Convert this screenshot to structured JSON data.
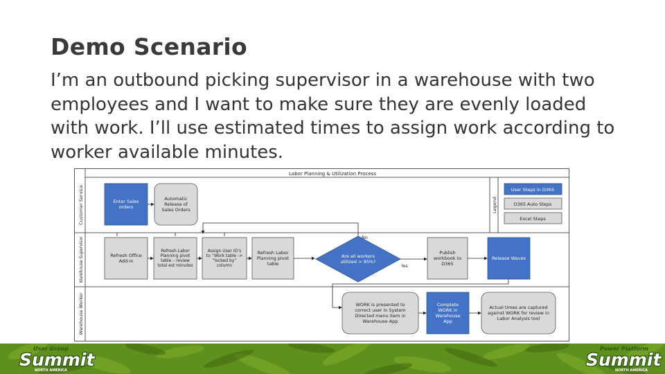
{
  "slide": {
    "title": "Demo Scenario",
    "body": "I’m an outbound picking supervisor in a warehouse with two employees and I want to make sure they are evenly loaded with work.  I’ll use estimated times to assign work according to worker available minutes."
  },
  "diagram": {
    "title": "Labor Planning & Utilization Process",
    "lanes": [
      "Customer Service",
      "Warehouse Supervisor",
      "Warehouse Worker"
    ],
    "legend": {
      "label": "Legend",
      "items": [
        "User Steps in D365",
        "D365 Auto Steps",
        "Excel Steps"
      ]
    },
    "steps": {
      "enter_sales_orders": "Enter Sales orders",
      "auto_release": "Automatic Release of Sales Orders",
      "refresh_office": "Refresh Office Add-in",
      "refresh_pivot": "Refresh Labor Planning pivot table – review total est minutes",
      "assign_ids": "Assign User ID’s to “Work table -> “locked by” column",
      "refresh_pivot_2": "Refresh Labor Planning pivot table",
      "decision": "Are all workers utilized > 95%?",
      "publish": "Publish workbook to D365",
      "release_waves": "Release Waves",
      "work_presented": "WORK is presented to correct user in System Directed menu item in Warehouse App",
      "complete_work": "Complete WORK in Warehouse App",
      "actual_times": "Actual times are captured against WORK for review in Labor Analysis tool"
    },
    "decision_no": "No",
    "decision_yes": "Yes"
  },
  "footer": {
    "left_logo": {
      "top": "User Group",
      "main": "Summit",
      "sub": "NORTH AMERICA"
    },
    "right_logo": {
      "top": "Power Platform",
      "main": "Summit",
      "sub": "NORTH AMERICA"
    }
  },
  "colors": {
    "user_step": "#4472c4",
    "auto_step": "#d9d9d9",
    "excel_step": "#d9d9d9",
    "footer_green": "#5f8f1c"
  }
}
